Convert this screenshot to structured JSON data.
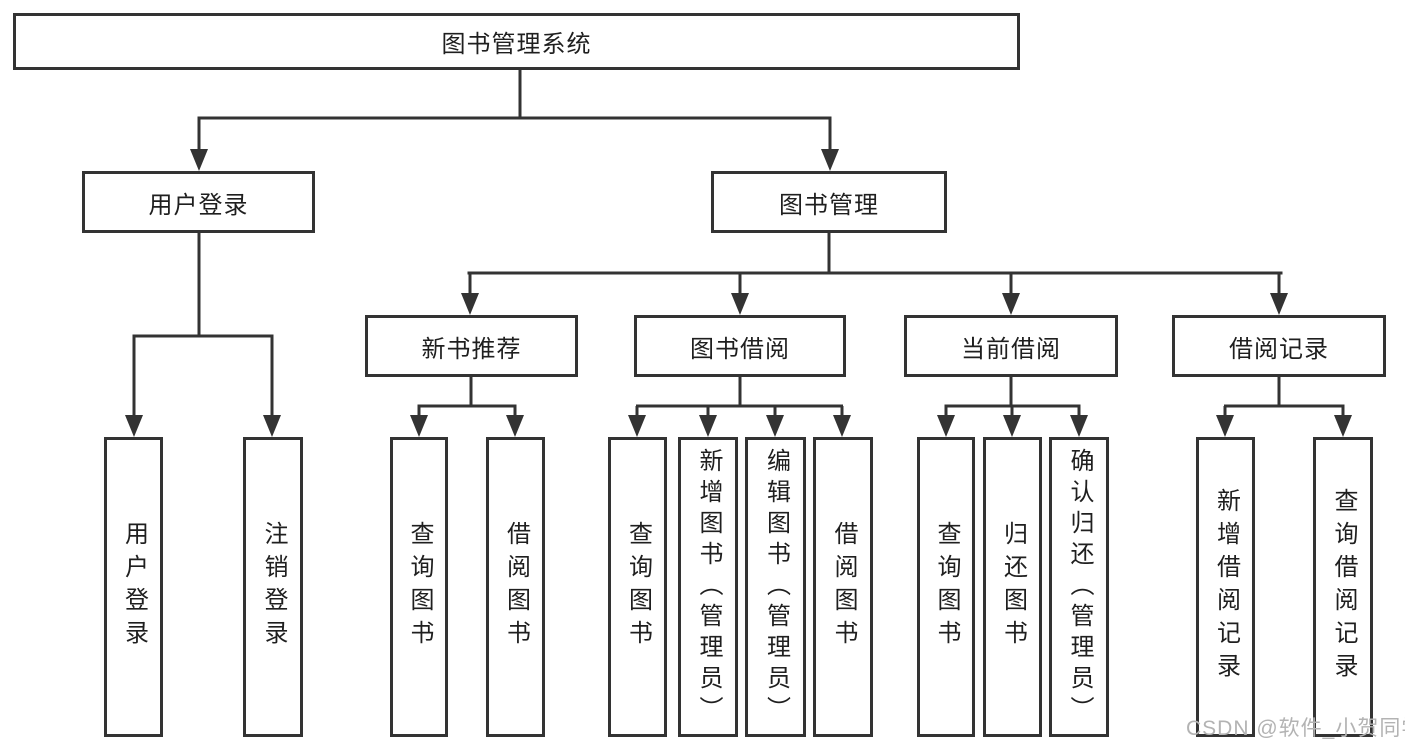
{
  "nodes": {
    "root": {
      "label": "图书管理系统"
    },
    "user_login": {
      "label": "用户登录"
    },
    "book_mgmt": {
      "label": "图书管理"
    },
    "new_book_rec": {
      "label": "新书推荐"
    },
    "book_borrow": {
      "label": "图书借阅"
    },
    "current_borrow": {
      "label": "当前借阅"
    },
    "borrow_record": {
      "label": "借阅记录"
    },
    "ul_login": {
      "label": "用户登录"
    },
    "ul_logout": {
      "label": "注销登录"
    },
    "rec_query": {
      "label": "查询图书"
    },
    "rec_borrow": {
      "label": "借阅图书"
    },
    "bb_query": {
      "label": "查询图书"
    },
    "bb_add": {
      "label": "新增图书（管理员）"
    },
    "bb_edit": {
      "label": "编辑图书（管理员）"
    },
    "bb_borrow": {
      "label": "借阅图书"
    },
    "cb_query": {
      "label": "查询图书"
    },
    "cb_return": {
      "label": "归还图书"
    },
    "cb_confirm": {
      "label": "确认归还（管理员）"
    },
    "br_add": {
      "label": "新增借阅记录"
    },
    "br_query": {
      "label": "查询借阅记录"
    }
  },
  "watermark": "CSDN @软件_小贺同学",
  "colors": {
    "line": "#333333",
    "text": "#1f1f1f",
    "watermark": "#b3b3b3",
    "background": "#ffffff"
  }
}
